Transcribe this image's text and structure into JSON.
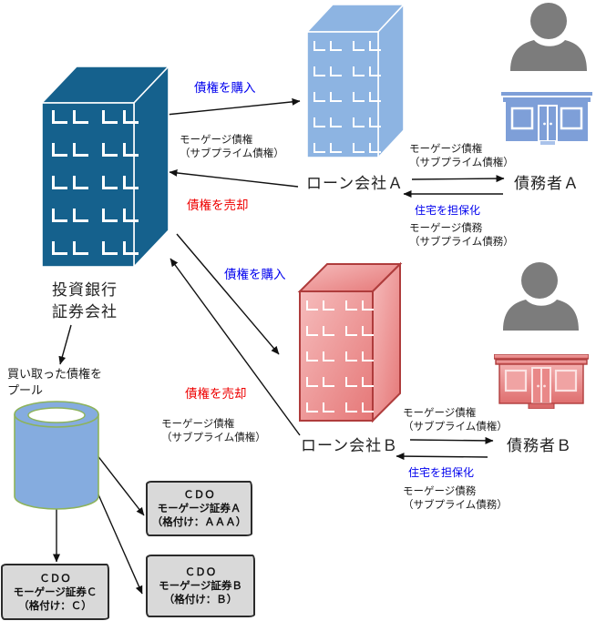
{
  "diagram": {
    "title_context": "subprime-mortgage-securitization-flow",
    "nodes": {
      "investment_bank": {
        "line1": "投資銀行",
        "line2": "証券会社"
      },
      "loan_company_a": {
        "label": "ローン会社Ａ"
      },
      "loan_company_b": {
        "label": "ローン会社Ｂ"
      },
      "debtor_a": {
        "label": "債務者Ａ"
      },
      "debtor_b": {
        "label": "債務者Ｂ"
      },
      "pool": {
        "line1": "買い取った債権を",
        "line2": "プール"
      },
      "cdo_a": {
        "line1": "ＣＤＯ",
        "line2": "モーゲージ証券Ａ",
        "line3": "（格付け：ＡＡＡ）"
      },
      "cdo_b": {
        "line1": "ＣＤＯ",
        "line2": "モーゲージ証券Ｂ",
        "line3": "（格付け：Ｂ）"
      },
      "cdo_c": {
        "line1": "ＣＤＯ",
        "line2": "モーゲージ証券Ｃ",
        "line3": "（格付け：Ｃ）"
      }
    },
    "labels": {
      "buy_claims": "債権を購入",
      "sell_claims": "債権を売却",
      "mortgage_claim_line1": "モーゲージ債権",
      "mortgage_claim_line2": "（サブプライム債権）",
      "mortgage_debt_line1": "モーゲージ債務",
      "mortgage_debt_line2": "（サブプライム債務）",
      "collateralize_home": "住宅を担保化"
    },
    "colors": {
      "buy_collateral_blue": "#0000EE",
      "sell_red": "#EE0000",
      "bank_building_fill": "#15618D",
      "loan_a_building_fill": "#8DB4E2",
      "loan_b_building_fill_light": "#F5B8B8",
      "loan_b_building_fill_dark": "#E57F7F",
      "loan_b_building_border": "#AF3C3C",
      "pool_cylinder_fill": "#85ACDF",
      "pool_cylinder_border": "#8DB35A",
      "cdo_box_fill": "#D9D9D9",
      "person_gray": "#7C7C7C",
      "house_a_blue": "#7E9FD8",
      "house_b_red": "#E27878",
      "arrow_black": "#111111"
    }
  }
}
